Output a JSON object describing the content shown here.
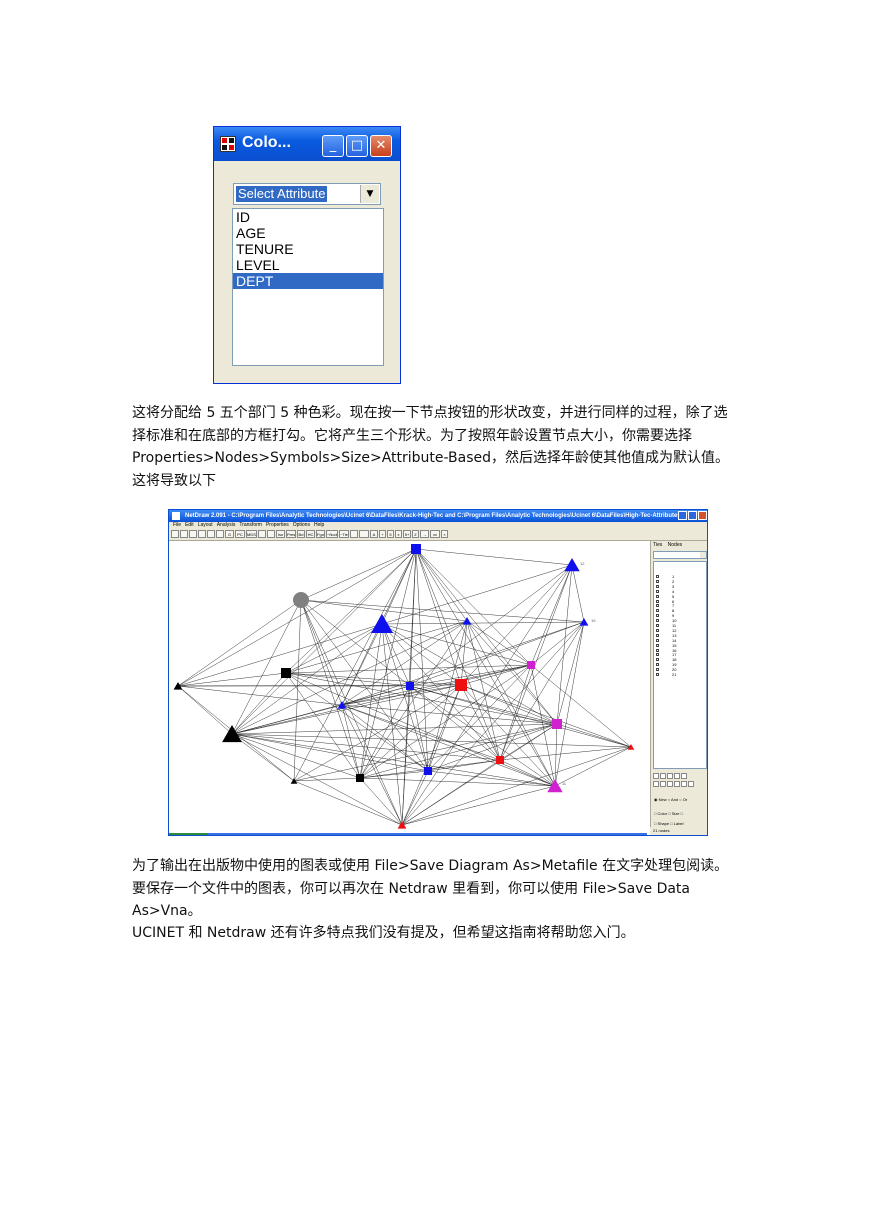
{
  "color_dialog": {
    "title": "Colo...",
    "combo_value": "Select Attribute",
    "attributes": [
      {
        "label": "ID",
        "selected": false
      },
      {
        "label": "AGE",
        "selected": false
      },
      {
        "label": "TENURE",
        "selected": false
      },
      {
        "label": "LEVEL",
        "selected": false
      },
      {
        "label": "DEPT",
        "selected": true
      }
    ],
    "buttons": {
      "minimize": "_",
      "maximize": "□",
      "close": "✕"
    }
  },
  "para1": "这将分配给 5 五个部门 5 种色彩。现在按一下节点按钮的形状改变，并进行同样的过程，除了选择标准和在底部的方框打勾。它将产生三个形状。为了按照年龄设置节点大小，你需要选择 Properties>Nodes>Symbols>Size>Attribute-Based，然后选择年龄使其他值成为默认值。这将导致以下",
  "netdraw": {
    "title": "NetDraw 2.091 - C:\\Program Files\\Analytic Technologies\\Ucinet 6\\DataFiles\\Krack-High-Tec and C:\\Program Files\\Analytic Technologies\\Ucinet 6\\DataFiles\\High-Tec-Attributes",
    "menu": [
      "File",
      "Edit",
      "Layout",
      "Analysis",
      "Transform",
      "Properties",
      "Options",
      "Help"
    ],
    "toolbar": [
      "",
      "",
      "",
      "",
      "",
      "",
      "G",
      "PC",
      "MDS",
      "",
      "",
      "Iso",
      "Pres",
      "Bd",
      "HC",
      "Fgo",
      "~Node",
      "~Tie",
      "",
      "",
      "A",
      "+",
      "5",
      "±",
      "5+",
      "Z",
      "→",
      "xx",
      "×"
    ],
    "panel_tabs": [
      "Ties",
      "Nodes"
    ],
    "node_labels": [
      "1",
      "2",
      "3",
      "4",
      "5",
      "6",
      "7",
      "8",
      "9",
      "10",
      "11",
      "12",
      "13",
      "14",
      "15",
      "16",
      "17",
      "18",
      "19",
      "20",
      "21"
    ],
    "controls": {
      "new": "New",
      "and": "And",
      "or": "Or",
      "color": "Color",
      "size": "Size",
      "shape": "Shape",
      "label": "Label"
    },
    "status": "21 nodes",
    "labels_on_canvas": [
      "12",
      "19",
      "11"
    ],
    "colors": {
      "blue": "#1010ee",
      "red": "#ee1010",
      "magenta": "#d020d0",
      "black": "#000000",
      "gray": "#808080"
    }
  },
  "para2": "为了输出在出版物中使用的图表或使用 File>Save Diagram As>Metafile 在文字处理包阅读。要保存一个文件中的图表，你可以再次在 Netdraw 里看到，你可以使用 File>Save Data As>Vna。",
  "para3": "UCINET 和 Netdraw 还有许多特点我们没有提及，但希望这指南将帮助您入门。"
}
